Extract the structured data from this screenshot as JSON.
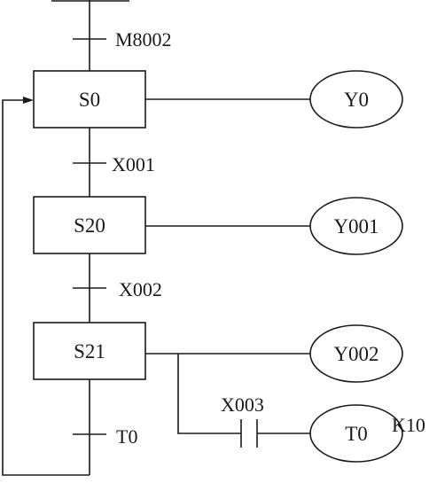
{
  "steps": [
    {
      "id": "s0",
      "label": "S0"
    },
    {
      "id": "s20",
      "label": "S20"
    },
    {
      "id": "s21",
      "label": "S21"
    }
  ],
  "transitions": [
    {
      "id": "t-initial",
      "label": "M8002"
    },
    {
      "id": "t-s0-s20",
      "label": "X001"
    },
    {
      "id": "t-s20-s21",
      "label": "X002"
    },
    {
      "id": "t-s21-return",
      "label": "T0"
    }
  ],
  "outputs": [
    {
      "id": "y0",
      "label": "Y0"
    },
    {
      "id": "y001",
      "label": "Y001"
    },
    {
      "id": "y002",
      "label": "Y002"
    },
    {
      "id": "t0",
      "label": "T0"
    }
  ],
  "contact": {
    "label": "X003"
  },
  "timer_setting": {
    "label": "K10"
  }
}
